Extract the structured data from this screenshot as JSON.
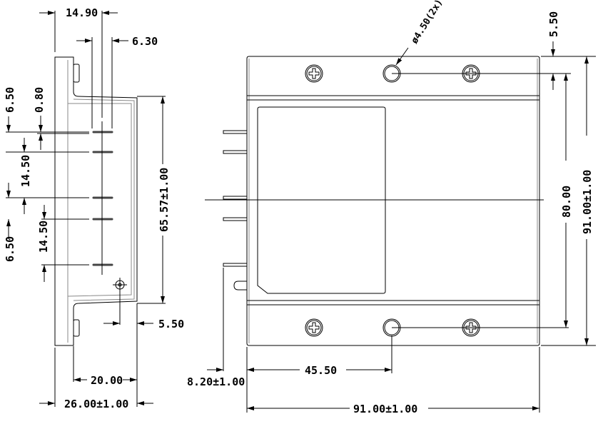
{
  "side_view": {
    "dims": {
      "overall_depth_top": "14.90",
      "pin_spacing_x": "6.30",
      "pin_offset_a": "6.50",
      "pin_thickness": "0.80",
      "pin_pitch_a": "14.50",
      "pin_offset_b": "6.50",
      "pin_pitch_b": "14.50",
      "height": "65.57±1.00",
      "hole_offset": "5.50",
      "body_depth": "20.00",
      "overall_depth": "26.00±1.00"
    }
  },
  "front_view": {
    "dims": {
      "hole_diameter": "ø4.50(2x)",
      "hole_edge_offset": "5.50",
      "hole_spacing": "80.00",
      "overall_height": "91.00±1.00",
      "hole_x": "45.50",
      "overall_width": "91.00±1.00",
      "pin_offset": "8.20±1.00"
    }
  },
  "colors": {
    "line": "#000000",
    "hidden": "#888888"
  }
}
